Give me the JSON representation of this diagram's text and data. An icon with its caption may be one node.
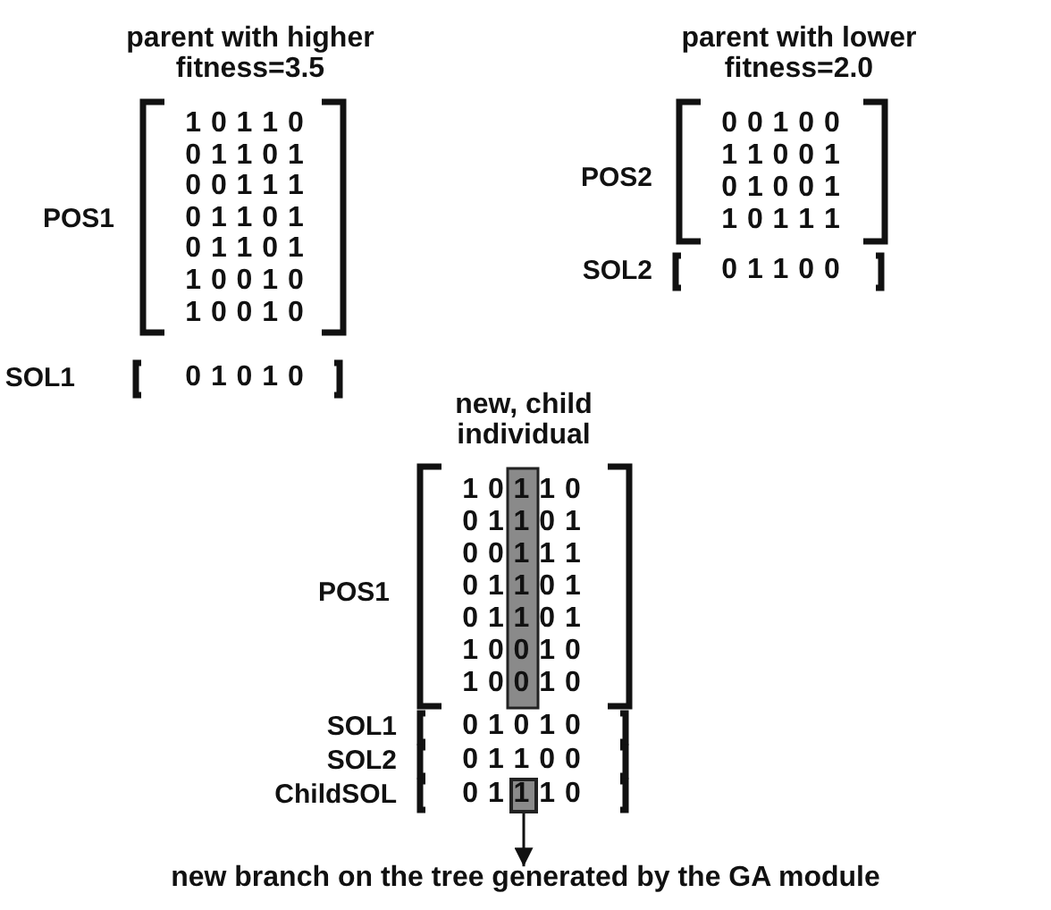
{
  "diagram": {
    "nodes": [
      {
        "text": [],
        "shape": "box"
      },
      {
        "text": [
          "new branch on the tree generated by the GA module"
        ]
      }
    ],
    "edges": [
      {
        "from": 0,
        "to": 1,
        "arrow": "to"
      }
    ],
    "labels": [
      "parent with higher fitness=3.5",
      "parent with lower fitness=2.0",
      "POS1",
      "1 0 1 1 0",
      "0 1 1 0 1",
      "0 0 1 1 1",
      "0 1 1 0 1",
      "0 1 1 0 1",
      "1 0 0 1 0",
      "1 0 0 1 0",
      "SOL1",
      "0 1 0 1 0",
      "POS2",
      "0 0 1 0 0",
      "1 1 0 0 1",
      "0 1 0 0 1",
      "1 0 1 1 1",
      "SOL2",
      "0 1 1 0 0",
      "new, child individual",
      "POS1",
      "1 0 1 1 0",
      "0 1 1 0 1",
      "0 0 1 1 1",
      "0 1 1 0 1",
      "0 1 1 0 1",
      "1 0 0 1 0",
      "1 0 0 1 0",
      "SOL1",
      "0 1 0 1 0",
      "SOL2",
      "0 1 1 0 0",
      "ChildSOL",
      "0 1 1 1 0"
    ]
  }
}
